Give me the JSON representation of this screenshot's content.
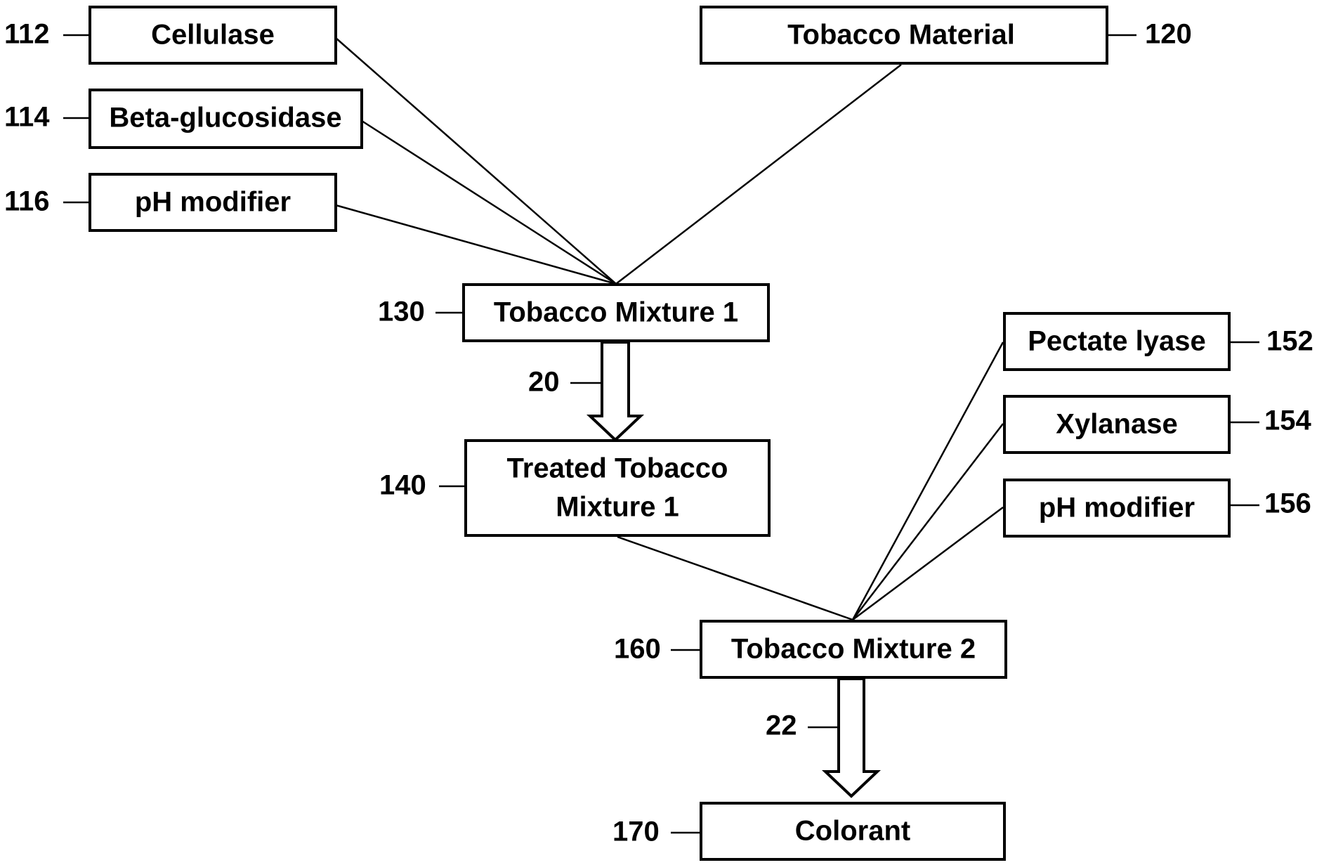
{
  "boxes": {
    "cellulase": "Cellulase",
    "beta_glucosidase": "Beta-glucosidase",
    "ph_modifier_1": "pH modifier",
    "tobacco_material": "Tobacco Material",
    "tobacco_mixture_1": "Tobacco Mixture 1",
    "treated_line1": "Treated Tobacco",
    "treated_line2": "Mixture 1",
    "pectate_lyase": "Pectate lyase",
    "xylanase": "Xylanase",
    "ph_modifier_2": "pH modifier",
    "tobacco_mixture_2": "Tobacco Mixture 2",
    "colorant": "Colorant"
  },
  "refs": {
    "cellulase": "112",
    "beta_glucosidase": "114",
    "ph_modifier_1": "116",
    "tobacco_material": "120",
    "tobacco_mixture_1": "130",
    "step_1": "20",
    "treated_mixture_1": "140",
    "pectate_lyase": "152",
    "xylanase": "154",
    "ph_modifier_2": "156",
    "tobacco_mixture_2": "160",
    "step_2": "22",
    "colorant": "170"
  }
}
